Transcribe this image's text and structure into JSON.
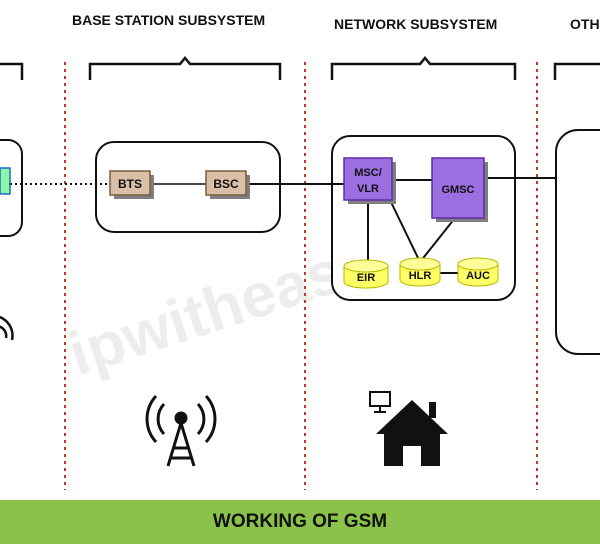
{
  "sections": {
    "bss_title": "BASE STATION SUBSYSTEM",
    "nss_title": "NETWORK SUBSYSTEM",
    "other_title": "OTH"
  },
  "nodes": {
    "bts": "BTS",
    "bsc": "BSC",
    "msc_line1": "MSC/",
    "msc_line2": "VLR",
    "gmsc": "GMSC",
    "eir": "EIR",
    "hlr": "HLR",
    "auc": "AUC"
  },
  "watermark": "ipwithease.com",
  "footer": "WORKING OF GSM",
  "colors": {
    "box_fill": "#d9bfa6",
    "msc_fill": "#9b6fe0",
    "db_fill": "#ffff66",
    "mobile_fill": "#8ff7a0",
    "divider": "#c0392b",
    "footer_bg": "#8bc34a"
  },
  "icons": [
    "antenna-tower-icon",
    "house-computer-icon",
    "wifi-icon"
  ]
}
